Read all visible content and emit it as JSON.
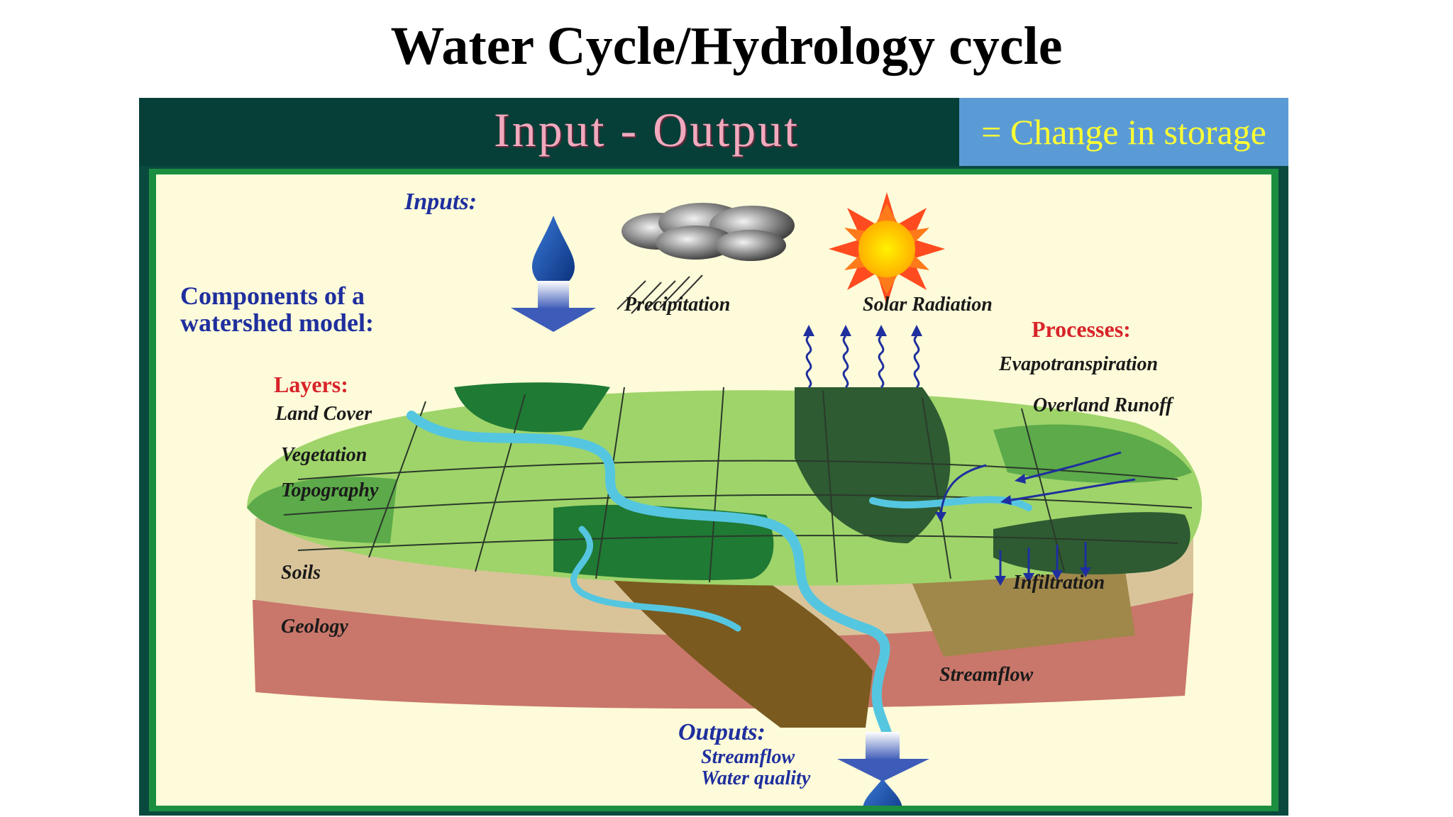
{
  "page": {
    "title": "Water Cycle/Hydrology cycle"
  },
  "equation": {
    "left": "Input - Output",
    "right": "= Change in storage",
    "colors": {
      "left_text": "#f1a9bd",
      "right_box": "#5b9bd5",
      "right_text": "#ffff33"
    }
  },
  "diagram": {
    "inputs_label": "Inputs:",
    "components_line1": "Components of a",
    "components_line2": "watershed model:",
    "precipitation_label": "Precipitation",
    "solar_label": "Solar Radiation",
    "processes_label": "Processes:",
    "evapotranspiration_label": "Evapotranspiration",
    "overland_runoff_label": "Overland Runoff",
    "infiltration_label": "Infiltration",
    "streamflow_label": "Streamflow",
    "layers": {
      "heading": "Layers:",
      "items": [
        "Land Cover",
        "Vegetation",
        "Topography",
        "Soils",
        "Geology"
      ]
    },
    "outputs": {
      "heading": "Outputs:",
      "items": [
        "Streamflow",
        "Water quality"
      ]
    },
    "icons": [
      "water-drop-icon",
      "down-arrow-icon",
      "rain-cloud-icon",
      "sun-icon",
      "evaporation-arrow-icon",
      "infiltration-arrow-icon"
    ],
    "colors": {
      "background": "#fdfbd9",
      "frame": "#1b8f3f",
      "land_light": "#9fd46a",
      "land_dark": "#2f7a37",
      "river": "#55c6e0",
      "soil": "#7a5a1f",
      "geology": "#c9776a",
      "heading_blue": "#1f2f9e",
      "heading_red": "#d8232a"
    }
  }
}
